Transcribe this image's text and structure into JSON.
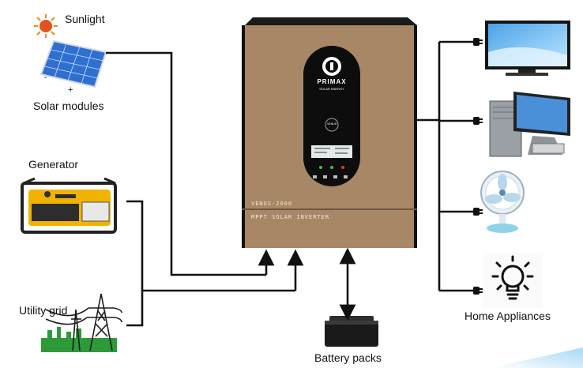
{
  "labels": {
    "sunlight": "Sunlight",
    "solar_modules": "Solar modules",
    "generator": "Generator",
    "utility_grid": "Utility grid",
    "battery_packs": "Battery packs",
    "home_appliances": "Home Appliances"
  },
  "panel_symbols": {
    "minus": "-",
    "plus": "+"
  },
  "inverter": {
    "brand": "PRIMAX",
    "brand_sub": "SOLAR ENERGY",
    "model": "VENUS-2000",
    "type_label": "MPPT SOLAR INVERTER",
    "badge": "VENUS"
  },
  "icons": [
    "sun-icon",
    "solar-panel-icon",
    "generator-icon",
    "power-tower-icon",
    "battery-icon",
    "tv-icon",
    "computer-icon",
    "fan-icon",
    "light-bulb-icon",
    "plug-icon"
  ],
  "colors": {
    "inverter_body": "#a88766",
    "inverter_face": "#0d0d0d",
    "wire": "#111111",
    "generator": "#f0b400",
    "panel": "#2f6fd0"
  }
}
